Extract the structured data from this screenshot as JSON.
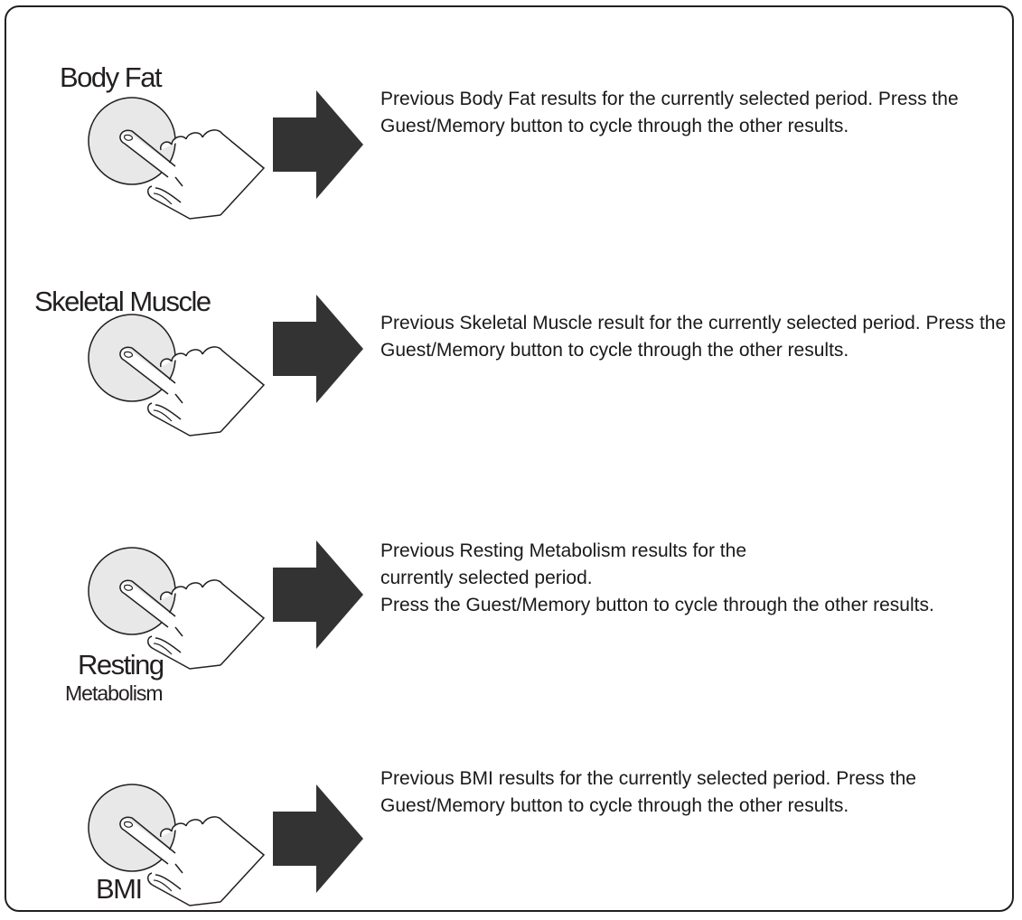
{
  "rows": [
    {
      "button_label": "Body Fat",
      "description": [
        "Previous Body Fat results for the currently selected period. Press the Guest/Memory button to cycle through the other results."
      ]
    },
    {
      "button_label": "Skeletal Muscle",
      "description": [
        "Previous Skeletal Muscle result for the currently selected period. Press the Guest/Memory button to cycle through the other results."
      ]
    },
    {
      "button_label_line1": "Resting",
      "button_label_line2": "Metabolism",
      "description": [
        "Previous Resting Metabolism results for the currently selected period.",
        "Press the Guest/Memory button to cycle through the other results."
      ]
    },
    {
      "button_label": "BMI",
      "description": [
        "Previous BMI results for the currently selected period. Press the Guest/Memory button to cycle through the other results."
      ]
    }
  ],
  "colors": {
    "button_fill": "#e8e8e8",
    "arrow": "#333333",
    "outline": "#231f20"
  }
}
